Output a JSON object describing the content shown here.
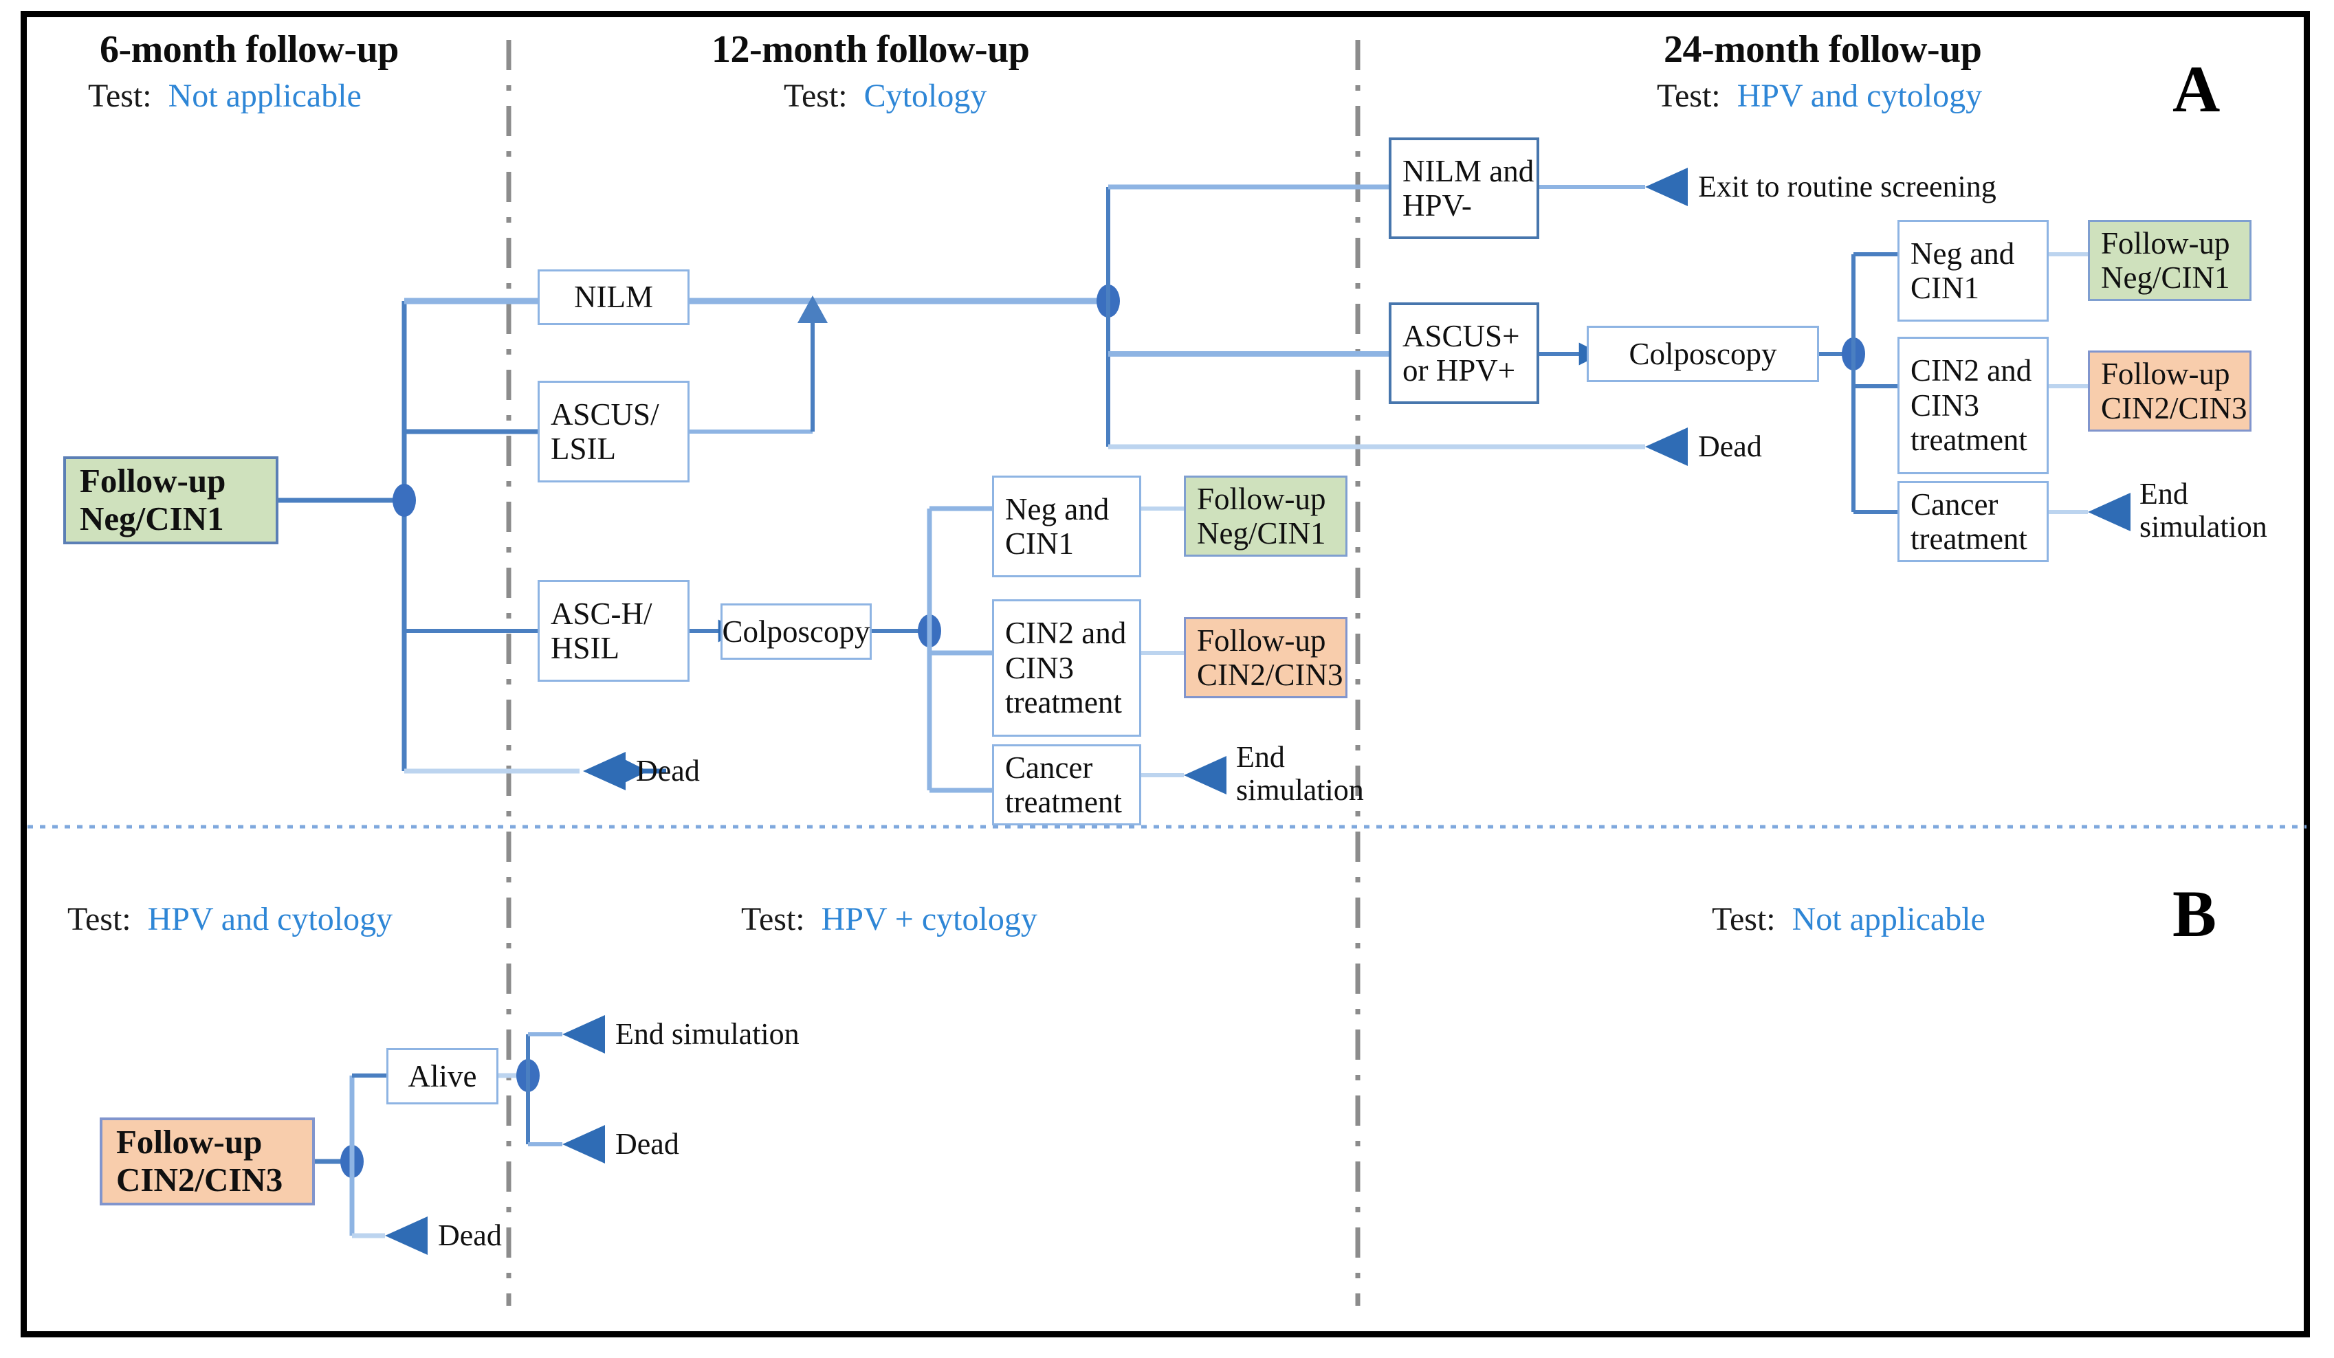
{
  "figure": {
    "panels": [
      {
        "letter": "A",
        "columns": [
          {
            "title": "6-month follow-up",
            "test_label": "Test:",
            "test_value": "Not applicable"
          },
          {
            "title": "12-month follow-up",
            "test_label": "Test:",
            "test_value": "Cytology"
          },
          {
            "title": "24-month follow-up",
            "test_label": "Test:",
            "test_value": "HPV and cytology"
          }
        ],
        "nodes": {
          "start": "Follow-up\nNeg/CIN1",
          "nilm": "NILM",
          "ascus_lsil": "ASCUS/\nLSIL",
          "asch_hsil": "ASC-H/\nHSIL",
          "colposcopy_12m": "Colposcopy",
          "neg_cin1_12m": "Neg and\nCIN1",
          "cin23_12m": "CIN2 and\nCIN3\ntreatment",
          "cancer_12m": "Cancer\ntreatment",
          "followup_neg_12m": "Follow-up\nNeg/CIN1",
          "followup_cin23_12m": "Follow-up\nCIN2/CIN3",
          "nilm_hpvneg": "NILM and\nHPV-",
          "ascus_hpvpos": "ASCUS+\nor HPV+",
          "colposcopy_24m": "Colposcopy",
          "neg_cin1_24m": "Neg and\nCIN1",
          "cin23_24m": "CIN2 and\nCIN3\ntreatment",
          "cancer_24m": "Cancer\ntreatment",
          "followup_neg_24m": "Follow-up\nNeg/CIN1",
          "followup_cin23_24m": "Follow-up\nCIN2/CIN3"
        },
        "endpoints": {
          "dead_6m": "Dead",
          "end_sim_12m": "End\nsimulation",
          "exit_routine": "Exit to routine screening",
          "dead_12m": "Dead",
          "end_sim_24m": "End\nsimulation"
        }
      },
      {
        "letter": "B",
        "columns": [
          {
            "title": "",
            "test_label": "Test:",
            "test_value": "HPV and cytology"
          },
          {
            "title": "",
            "test_label": "Test:",
            "test_value": "HPV + cytology"
          },
          {
            "title": "",
            "test_label": "Test:",
            "test_value": "Not applicable"
          }
        ],
        "nodes": {
          "start": "Follow-up\nCIN2/CIN3",
          "alive": "Alive"
        },
        "endpoints": {
          "dead_6m": "Dead",
          "end_sim": "End simulation",
          "dead_12m": "Dead"
        }
      }
    ],
    "colors": {
      "accent_blue": "#2e86d6",
      "line_blue": "#8eb4e3",
      "line_blue_dark": "#4a7fc1",
      "node_dot": "#3a6fbf",
      "green_fill": "#cfe1bd",
      "orange_fill": "#f8cdac",
      "divider_gray": "#8c8c8c",
      "panel_divider": "#7fa8dd"
    }
  }
}
